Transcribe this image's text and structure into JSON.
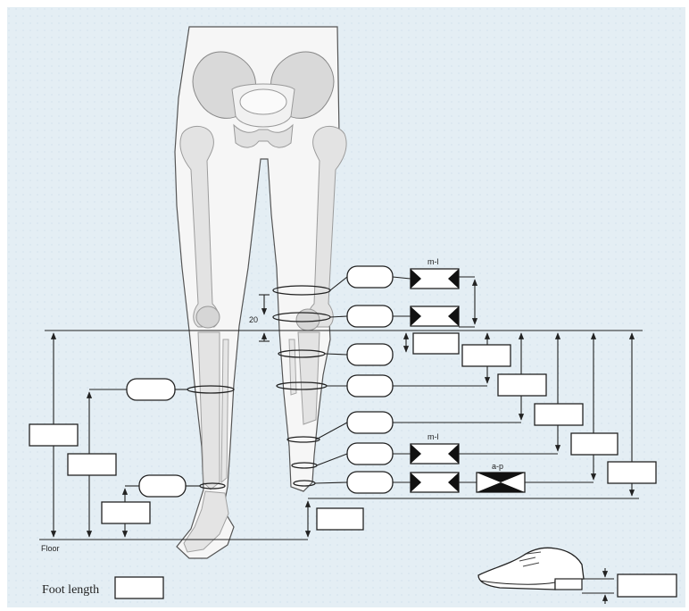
{
  "labels": {
    "ml_upper": "m-l",
    "ml_lower": "m-l",
    "ap": "a-p",
    "offset_20": "20",
    "floor": "Floor",
    "foot_length": "Foot length"
  },
  "colors": {
    "background": "#e4eef4",
    "line": "#222222",
    "box_fill": "#ffffff",
    "skin": "#f6f6f6",
    "bone": "#e3e3e3",
    "bone_shade": "#bdbdbd",
    "prosthesis": "#eeeeee"
  },
  "icons": {
    "shoe": "shoe-icon",
    "pelvis": "pelvis-icon",
    "tool_left_jaw": "caliper-icon",
    "tool_ap": "ap-caliper-icon"
  }
}
